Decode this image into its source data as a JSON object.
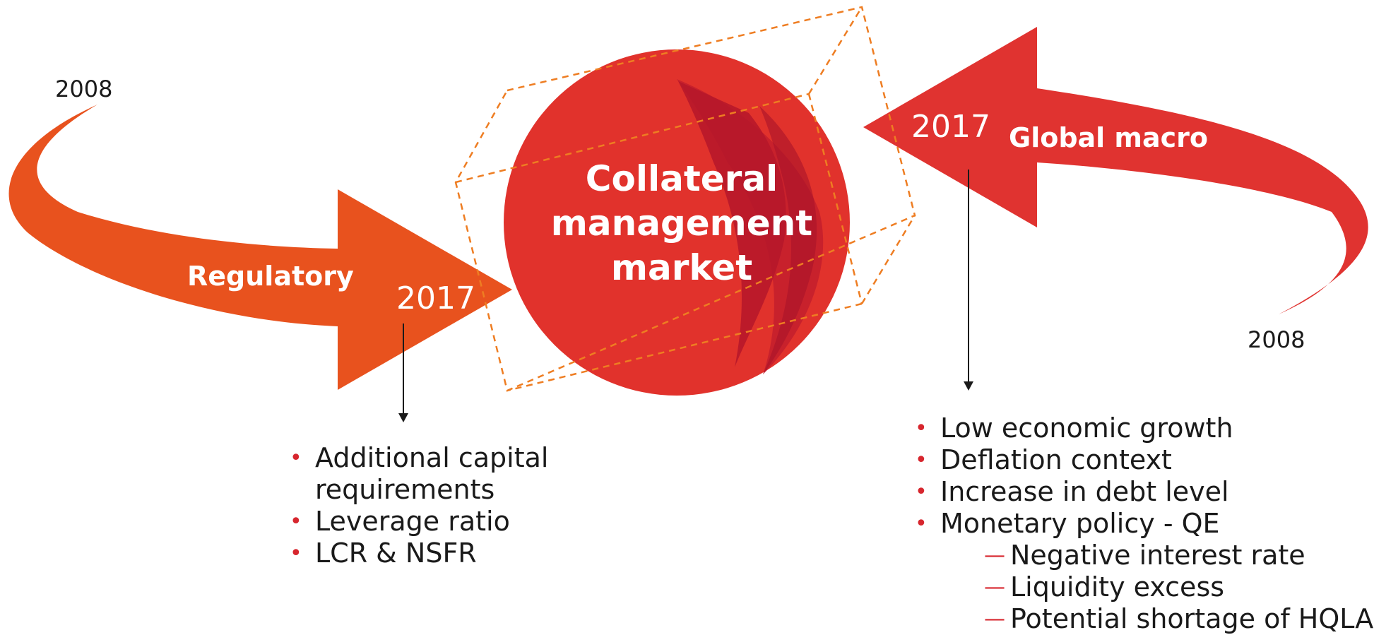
{
  "center": {
    "line1": "Collateral",
    "line2": "management",
    "line3": "market"
  },
  "regulatory": {
    "label": "Regulatory",
    "start_year": "2008",
    "end_year": "2017",
    "items": [
      "Additional capital",
      "requirements",
      "Leverage ratio",
      "LCR & NSFR"
    ]
  },
  "global_macro": {
    "label": "Global macro",
    "start_year": "2008",
    "end_year": "2017",
    "items": [
      "Low economic growth",
      "Deflation context",
      "Increase in debt level",
      "Monetary policy - QE"
    ],
    "sub_items": [
      "Negative interest rate",
      "Liquidity excess",
      "Potential shortage of HQLA"
    ]
  },
  "colors": {
    "regulatory_arrow": "#e8521e",
    "macro_arrow": "#e03330",
    "sphere": "#e1322c",
    "sphere_swirl": "#b5162a",
    "cube_dash": "#ee7d22",
    "bullet": "#d7262e"
  }
}
